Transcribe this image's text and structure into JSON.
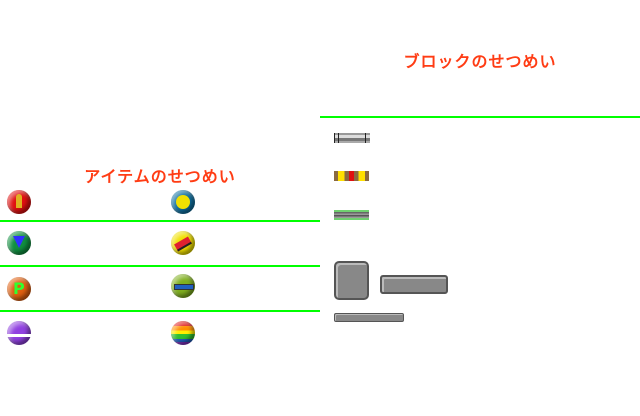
{
  "items_section": {
    "title": "アイテムのせつめい",
    "items": [
      {
        "icon": "red-orb-bullet-icon",
        "color": "#e01010"
      },
      {
        "icon": "blue-orb-yellow-ball-icon",
        "color": "#1070a0"
      },
      {
        "icon": "green-orb-down-arrow-icon",
        "color": "#109040"
      },
      {
        "icon": "yellow-orb-eraser-icon",
        "color": "#f0e000"
      },
      {
        "icon": "orange-orb-p-icon",
        "color": "#e06010",
        "glyph": "P"
      },
      {
        "icon": "lime-orb-minus-bar-icon",
        "color": "#80b020"
      },
      {
        "icon": "purple-orb-wave-icon",
        "color": "#9040e0"
      },
      {
        "icon": "rainbow-orb-icon",
        "color": "#e02020"
      }
    ]
  },
  "blocks_section": {
    "title": "ブロックのせつめい",
    "blocks": [
      {
        "icon": "gray-pipe-block-icon"
      },
      {
        "icon": "hazard-striped-block-icon"
      },
      {
        "icon": "green-striped-block-icon"
      },
      {
        "icon": "cracked-stone-square-block-icon"
      },
      {
        "icon": "cracked-stone-bar-block-icon"
      },
      {
        "icon": "thin-stone-bar-block-icon"
      }
    ]
  },
  "accent_color": "#ff3c14",
  "divider_color": "#00ff00"
}
